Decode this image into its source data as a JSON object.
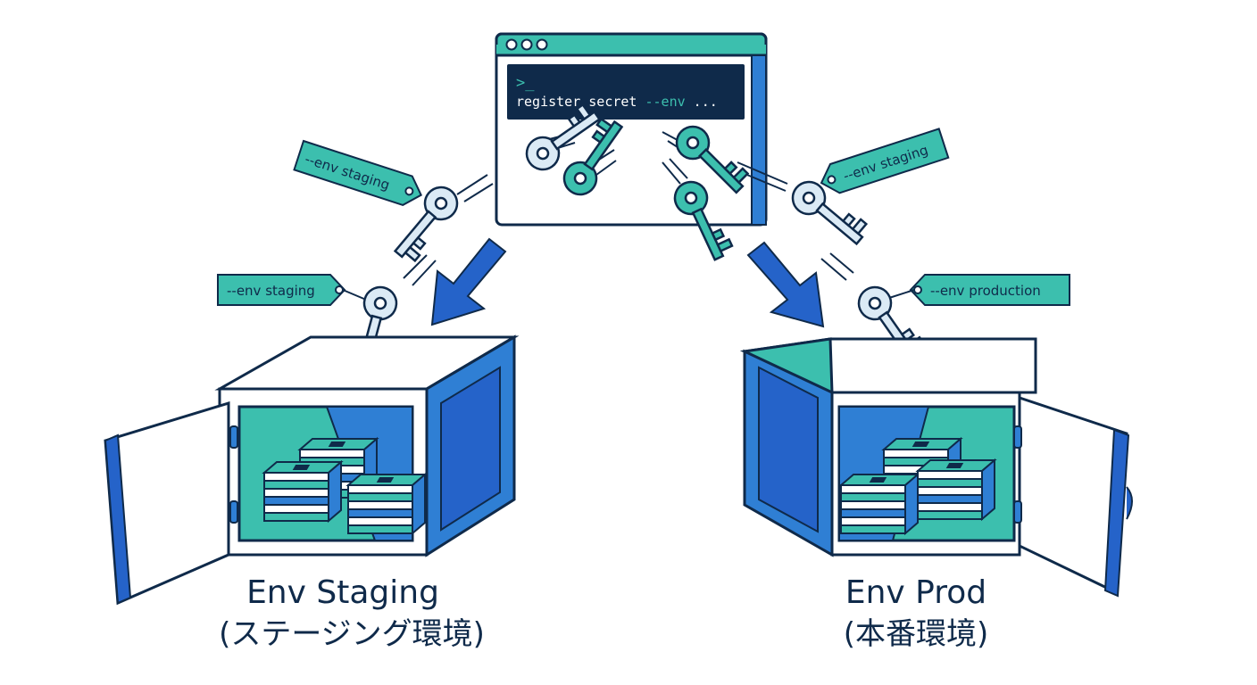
{
  "terminal": {
    "prompt": ">_",
    "command_prefix": "register secret ",
    "command_flag": "--env",
    "command_suffix": " ..."
  },
  "tags": {
    "left_upper": "--env staging",
    "left_lower": "--env staging",
    "right_upper": "--env staging",
    "right_lower": "--env production"
  },
  "vaults": {
    "staging": {
      "title": "Env Staging",
      "subtitle": "(ステージング環境)"
    },
    "prod": {
      "title": "Env Prod",
      "subtitle": "(本番環境)"
    }
  },
  "colors": {
    "outline": "#0f2a4a",
    "teal": "#3cbfae",
    "blue": "#2f7fd4",
    "dark_blue": "#2563c9",
    "terminal_bg": "#0f2a4a",
    "flag_color": "#3cbfae",
    "key_light": "#dbeaf5"
  },
  "icons": [
    "terminal-window-icon",
    "key-icon",
    "vault-icon",
    "cash-stack-icon",
    "arrow-icon",
    "tag-icon"
  ]
}
